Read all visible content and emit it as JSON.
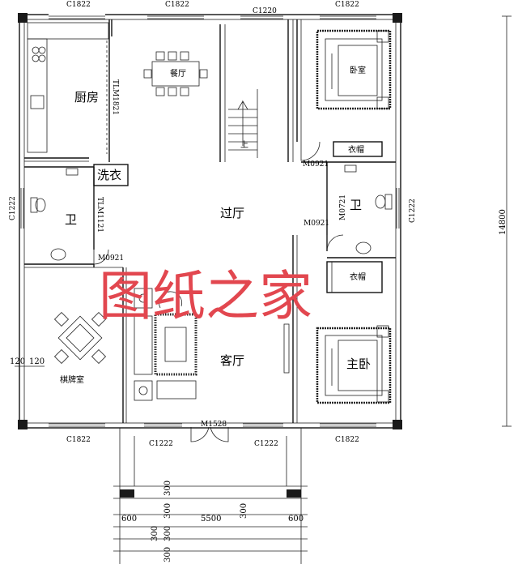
{
  "rooms": {
    "kitchen": "厨房",
    "dining": "餐厅",
    "bedroom": "卧室",
    "wardrobe_top": "衣帽",
    "laundry": "洗衣",
    "bath_left": "卫",
    "bath_right": "卫",
    "hall": "过厅",
    "wardrobe_bottom": "衣帽",
    "chess_room": "棋牌室",
    "living": "客厅",
    "master_bedroom": "主卧",
    "stair_up": "上"
  },
  "window_codes": {
    "top_left": "C1822",
    "top_mid_left": "C1822",
    "top_mid": "C1220",
    "top_right": "C1822",
    "left_bath": "C1222",
    "right_bath": "C1222",
    "bottom_left": "C1822",
    "bottom_mid_left": "C1222",
    "bottom_mid_right": "C1222",
    "bottom_right": "C1822"
  },
  "door_codes": {
    "kitchen_opening": "TLM1821",
    "laundry_opening": "TLM1121",
    "bath_left": "M0921",
    "bedroom": "M0921",
    "bath_right_outer": "M0921",
    "bath_right_inner": "M0721",
    "entrance": "M1528"
  },
  "dimensions": {
    "overall_height": "14800",
    "wall_left": "120",
    "wall_right": "120",
    "porch_width": "5500",
    "porch_side_left": "600",
    "porch_side_right": "600",
    "step_1": "300",
    "step_2": "300",
    "step_3": "300",
    "step_4": "300",
    "step_5": "300",
    "step_6": "300"
  },
  "watermark": "图纸之家"
}
